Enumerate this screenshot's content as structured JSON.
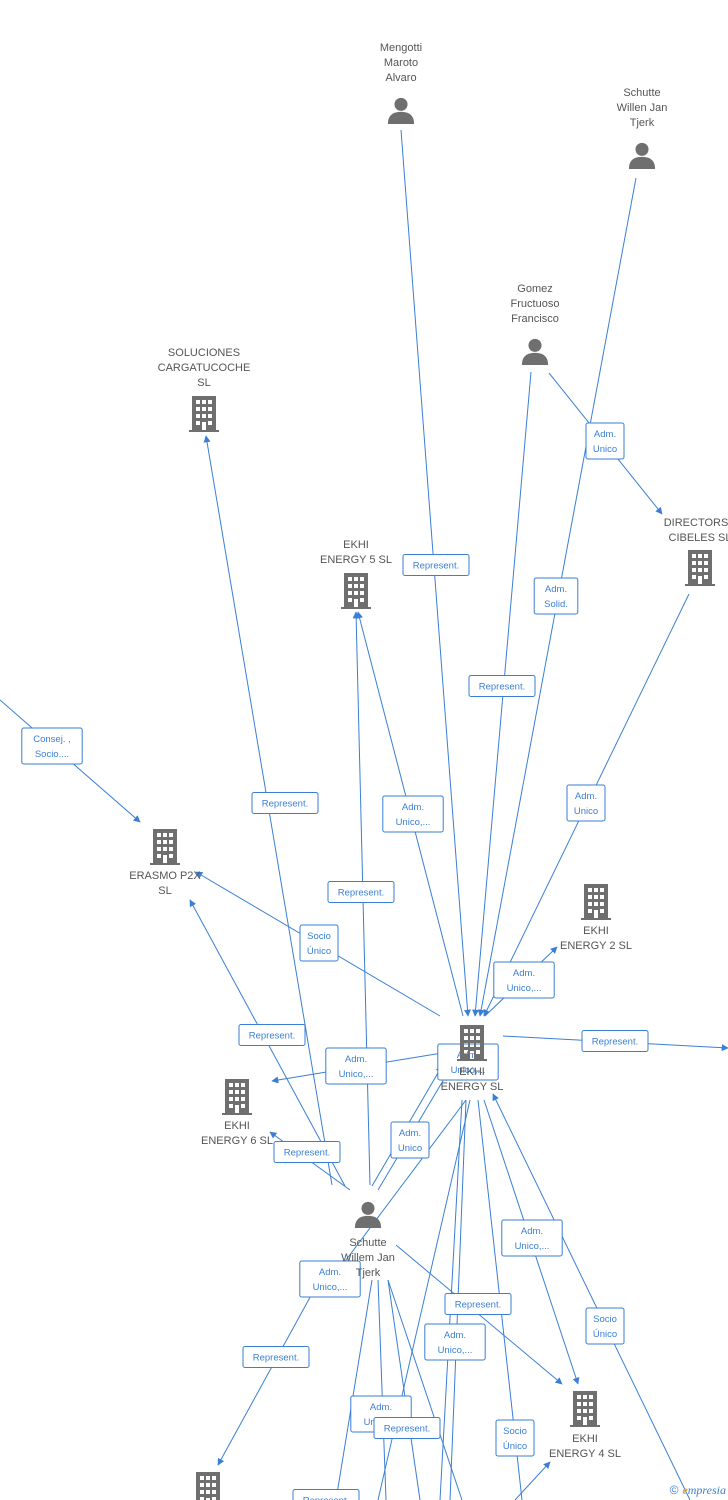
{
  "nodes": [
    {
      "id": "mengotti",
      "type": "person",
      "lines": [
        "Mengotti",
        "Maroto",
        "Alvaro"
      ]
    },
    {
      "id": "schutte_top",
      "type": "person",
      "lines": [
        "Schutte",
        "Willen Jan",
        "Tjerk"
      ]
    },
    {
      "id": "gomez",
      "type": "person",
      "lines": [
        "Gomez",
        "Fructuoso",
        "Francisco"
      ]
    },
    {
      "id": "soluciones",
      "type": "company",
      "lines": [
        "SOLUCIONES",
        "CARGATUCOCHE",
        "SL"
      ]
    },
    {
      "id": "directorship",
      "type": "company",
      "lines": [
        "DIRECTORSH",
        "CIBELES SL"
      ]
    },
    {
      "id": "ekhi5",
      "type": "company",
      "lines": [
        "EKHI",
        "ENERGY 5  SL"
      ]
    },
    {
      "id": "erasmo",
      "type": "company",
      "lines": [
        "ERASMO P2X",
        "SL"
      ]
    },
    {
      "id": "ekhi2",
      "type": "company",
      "lines": [
        "EKHI",
        "ENERGY 2  SL"
      ]
    },
    {
      "id": "ekhi_main",
      "type": "company",
      "lines": [
        "EKHI",
        "ENERGY  SL"
      ]
    },
    {
      "id": "ekhi6",
      "type": "company",
      "lines": [
        "EKHI",
        "ENERGY 6  SL"
      ]
    },
    {
      "id": "schutte_main",
      "type": "person",
      "lines": [
        "Schutte",
        "Willem Jan",
        "Tjerk"
      ]
    },
    {
      "id": "ekhi4",
      "type": "company",
      "lines": [
        "EKHI",
        "ENERGY 4  SL"
      ]
    },
    {
      "id": "bottom_company",
      "type": "company",
      "lines": []
    }
  ],
  "edge_labels": [
    [
      "Adm.",
      "Unico"
    ],
    [
      "Represent."
    ],
    [
      "Adm.",
      "Solid."
    ],
    [
      "Represent."
    ],
    [
      "Adm.",
      "Unico"
    ],
    [
      "Consej. ,",
      "Socio...."
    ],
    [
      "Represent."
    ],
    [
      "Adm.",
      "Unico,..."
    ],
    [
      "Represent."
    ],
    [
      "Socio",
      "Único"
    ],
    [
      "Adm.",
      "Unico,..."
    ],
    [
      "Represent."
    ],
    [
      "Adm.",
      "Unico,..."
    ],
    [
      "Adm.",
      "Unico,..."
    ],
    [
      "Represent."
    ],
    [
      "Represent."
    ],
    [
      "Adm.",
      "Unico"
    ],
    [
      "Adm.",
      "Unico,..."
    ],
    [
      "Adm.",
      "Unico,..."
    ],
    [
      "Represent."
    ],
    [
      "Adm.",
      "Unico,..."
    ],
    [
      "Socio",
      "Único"
    ],
    [
      "Represent."
    ],
    [
      "Adm.",
      "Unico,..."
    ],
    [
      "Represent."
    ],
    [
      "Socio",
      "Único"
    ],
    [
      "Represent."
    ]
  ],
  "footer": {
    "copyright": "©",
    "brand_initial": "e",
    "brand_rest": "mpresia"
  },
  "colors": {
    "edge": "#3a7fd5",
    "icon": "#6f6f6f",
    "label": "#555555"
  }
}
